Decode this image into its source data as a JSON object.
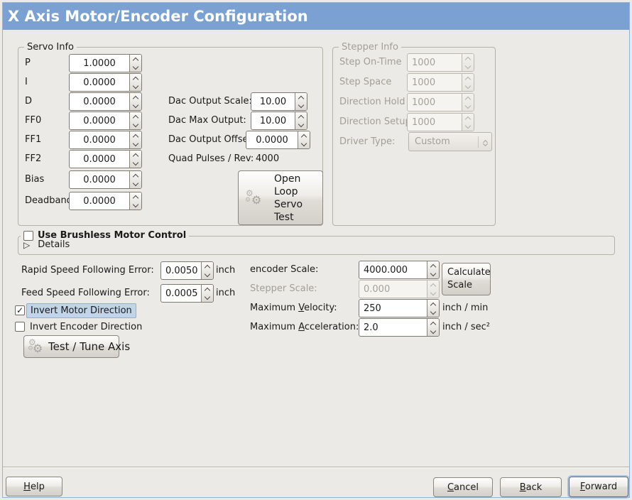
{
  "window": {
    "title": "X Axis Motor/Encoder Configuration"
  },
  "colors": {
    "titlebar": "#7aa1d2",
    "background": "#eceae6",
    "focus_ring": "#a9c4e4",
    "highlight_bg": "#c1d4ea"
  },
  "icons": {
    "gear": "⚙",
    "check": "✓",
    "expander_triangle": "▷"
  },
  "servo": {
    "legend": "Servo Info",
    "fields": [
      {
        "label": "P",
        "value": "1.0000"
      },
      {
        "label": "I",
        "value": "0.0000"
      },
      {
        "label": "D",
        "value": "0.0000"
      },
      {
        "label": "FF0",
        "value": "0.0000"
      },
      {
        "label": "FF1",
        "value": "0.0000"
      },
      {
        "label": "FF2",
        "value": "0.0000"
      },
      {
        "label": "Bias",
        "value": "0.0000"
      },
      {
        "label": "Deadband",
        "value": "0.0000"
      }
    ],
    "dac_fields": [
      {
        "label": "Dac Output Scale:",
        "value": "10.00"
      },
      {
        "label": "Dac Max Output:",
        "value": "10.00"
      },
      {
        "label": "Dac Output Offset:",
        "value": "0.0000"
      }
    ],
    "quad_label": "Quad Pulses / Rev:",
    "quad_value": "4000",
    "open_loop_lines": [
      "Open",
      "Loop",
      "Servo",
      "Test"
    ]
  },
  "stepper": {
    "legend": "Stepper Info",
    "fields": [
      {
        "label": "Step On-Time",
        "value": "1000"
      },
      {
        "label": "Step Space",
        "value": "1000"
      },
      {
        "label": "Direction Hold",
        "value": "1000"
      },
      {
        "label": "Direction Setup",
        "value": "1000"
      }
    ],
    "driver_label": "Driver Type:",
    "driver_value": "Custom"
  },
  "brushless": {
    "label": "Use Brushless Motor Control",
    "checked": false,
    "details": "Details"
  },
  "errors": {
    "rapid_label": "Rapid Speed Following Error:",
    "rapid_value": "0.0050",
    "rapid_unit": "inch",
    "feed_label": "Feed Speed Following Error:",
    "feed_value": "0.0005",
    "feed_unit": "inch"
  },
  "direction": {
    "invert_motor": "Invert Motor Direction",
    "invert_motor_checked": true,
    "invert_encoder": "Invert Encoder Direction",
    "invert_encoder_checked": false,
    "test_tune": "Test / Tune Axis"
  },
  "scales": {
    "encoder_label": "encoder Scale:",
    "encoder_value": "4000.000",
    "calc_line1": "Calculate",
    "calc_line2": "Scale",
    "stepper_label": "Stepper Scale:",
    "stepper_value": "0.000",
    "velocity_pre": "Maximum ",
    "velocity_mn": "V",
    "velocity_post": "elocity:",
    "velocity_value": "250",
    "velocity_unit": "inch / min",
    "accel_pre": "Maximum ",
    "accel_mn": "A",
    "accel_post": "cceleration:",
    "accel_value": "2.0",
    "accel_unit": "inch / sec²"
  },
  "footer": {
    "help_mn": "H",
    "help_rest": "elp",
    "cancel_mn": "C",
    "cancel_rest": "ancel",
    "back_mn": "B",
    "back_rest": "ack",
    "forward_mn": "F",
    "forward_rest": "orward"
  }
}
